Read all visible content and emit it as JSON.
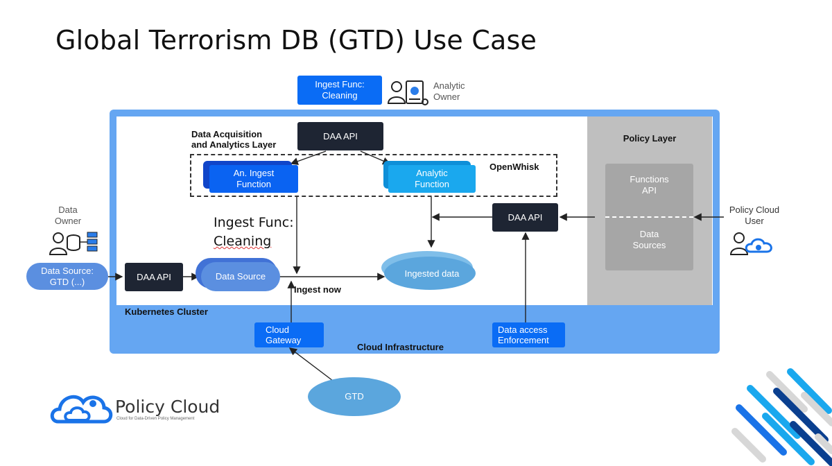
{
  "title": "Global Terrorism DB (GTD) Use Case",
  "top": {
    "ingest_func": "Ingest Func:\nCleaning",
    "analytic_owner": "Analytic\nOwner"
  },
  "daa_layer": {
    "label": "Data Acquisition\nand Analytics Layer",
    "daa_api": "DAA API",
    "openwhisk": "OpenWhisk",
    "an_ingest": "An. Ingest\nFunction",
    "analytic_function": "Analytic\nFunction"
  },
  "policy_layer": {
    "label": "Policy Layer",
    "functions_api": "Functions\nAPI",
    "data_sources": "Data\nSources"
  },
  "middle": {
    "ingest_note_line1": "Ingest Func:",
    "ingest_note_line2": "Cleaning",
    "daa_api_right": "DAA API",
    "ingested_data": "Ingested data",
    "daa_api_left": "DAA API",
    "data_source": "Data Source",
    "ingest_now": "Ingest now"
  },
  "left": {
    "data_owner": "Data\nOwner",
    "data_source_gtd": "Data Source:\nGTD (...)"
  },
  "right": {
    "policy_cloud_user": "Policy Cloud\nUser"
  },
  "bottom": {
    "kubernetes": "Kubernetes Cluster",
    "cloud_infra": "Cloud Infrastructure",
    "cloud_gateway": "Cloud\nGateway",
    "data_access": "Data access\nEnforcement",
    "gtd": "GTD"
  },
  "logo": {
    "name": "Policy Cloud",
    "tagline": "Cloud for Data-Driven Policy Management"
  },
  "colors": {
    "infra": "#65a6f2",
    "dark_box": "#1e2533",
    "blue_box": "#0a6cf5",
    "cyan_box": "#1aa8ee",
    "ellipse": "#5ba6dd"
  }
}
